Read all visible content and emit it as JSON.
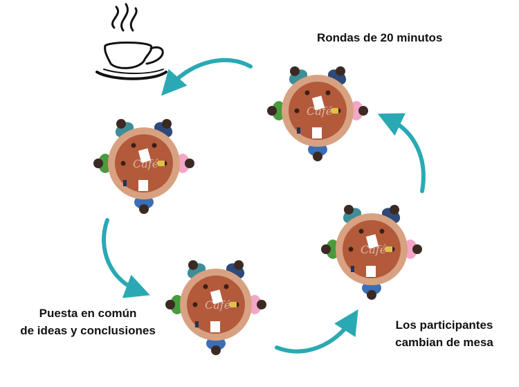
{
  "labels": {
    "rounds": "Rondas de 20 minutos",
    "share_line1": "Puesta en común",
    "share_line2": "de ideas y conclusiones",
    "move_line1": "Los participantes",
    "move_line2": "cambian de mesa"
  },
  "table_watermark": "Café",
  "icons": [
    "coffee-cup-icon",
    "arrow-icon",
    "table-icon",
    "person-icon"
  ],
  "colors": {
    "arrow": "#2aa9b4",
    "table_center": "#b35a3b",
    "table_rim": "#d8a282",
    "person_teal": "#3e8e98",
    "person_navy": "#2e4a7a",
    "person_green": "#4a9a3e",
    "person_pink": "#f3a6c7",
    "person_blue": "#3a6fb5",
    "hair_dark": "#3b2a24",
    "skin": "#f2c39a"
  }
}
